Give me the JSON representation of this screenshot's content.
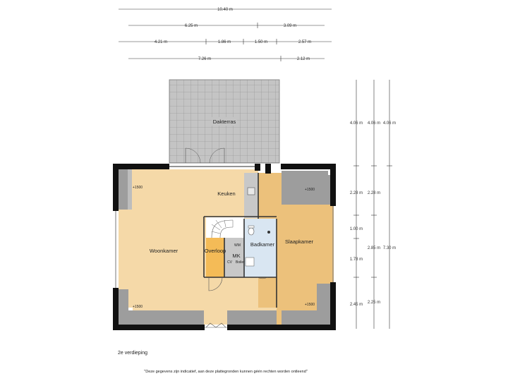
{
  "plan": {
    "floor_label": "2e verdieping",
    "disclaimer": "\"Deze gegevens zijn indicatief, aan deze plattegronden kunnen géén rechten worden ontleend\""
  },
  "rooms": {
    "dakterras": "Dakterras",
    "keuken": "Keuken",
    "woonkamer": "Woonkamer",
    "overloop": "Overloop",
    "mk": "MK",
    "wm": "WM",
    "cv": "CV",
    "boiler": "Boiler",
    "badkamer": "Badkamer",
    "slaapkamer": "Slaapkamer"
  },
  "heights": {
    "woon_top": "+1500",
    "woon_bottom": "+1500",
    "slaap_top": "+1500",
    "slaap_bottom": "+1500"
  },
  "dimensions": {
    "top": {
      "total": "10.40 m",
      "row2": [
        "6.25 m",
        "3.09 m"
      ],
      "row3": [
        "4.21 m",
        "1.86 m",
        "1.50 m",
        "2.57 m"
      ],
      "row4": [
        "7.26 m",
        "2.12 m"
      ]
    },
    "right": {
      "col1": [
        "4.06 m",
        "2.28 m",
        "1.00 m",
        "1.78 m",
        "2.45 m"
      ],
      "col2": [
        "4.06 m",
        "2.28 m",
        "2.85 m",
        "2.25 m"
      ],
      "col3": [
        "4.06 m",
        "7.30 m"
      ]
    }
  },
  "colors": {
    "woonkamer": "#f5d9a8",
    "slaapkamer": "#ecc17b",
    "overloop": "#f4bb57",
    "badkamer": "#d9e6f2",
    "mk": "#c8c8c8",
    "terrace": "#c4c4c4",
    "wall": "#111111",
    "balcony": "#9d9d9d"
  }
}
